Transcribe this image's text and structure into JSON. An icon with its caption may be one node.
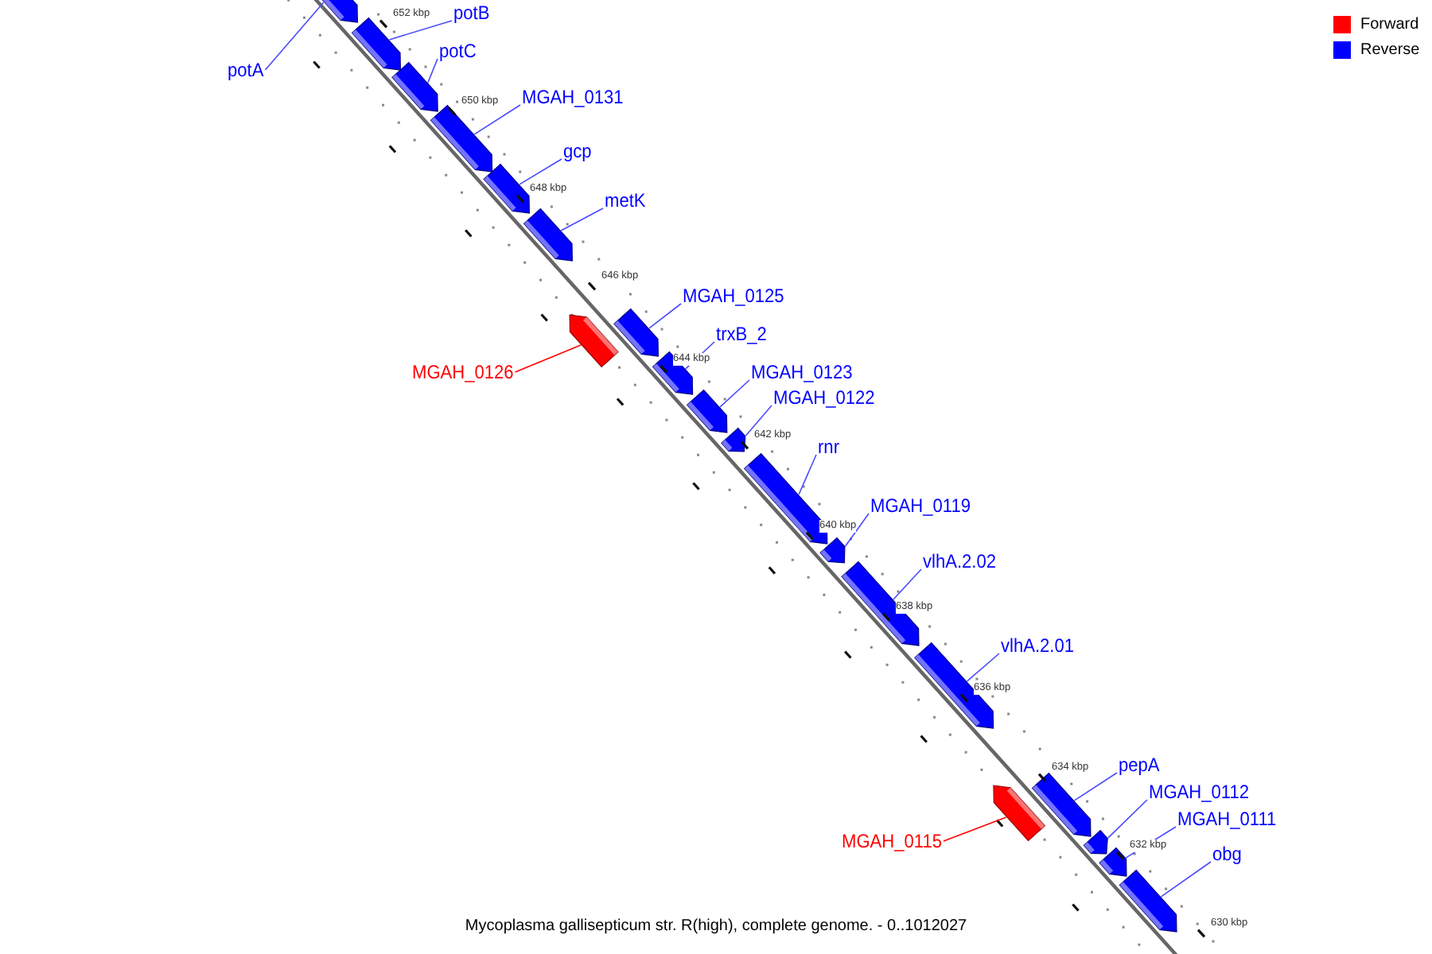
{
  "diagram": {
    "caption": "Mycoplasma gallisepticum str. R(high), complete genome. - 0..1012027",
    "nodes": [
      {
        "text": [
          "potA"
        ]
      },
      {
        "text": [],
        "shape": "arrow"
      },
      {
        "text": [
          "potB"
        ]
      },
      {
        "text": [],
        "shape": "arrow"
      },
      {
        "text": [
          "potC"
        ]
      },
      {
        "text": [],
        "shape": "arrow"
      },
      {
        "text": [
          "MGAH_0131"
        ]
      },
      {
        "text": [],
        "shape": "arrow"
      },
      {
        "text": [
          "gcp"
        ]
      },
      {
        "text": [],
        "shape": "arrow"
      },
      {
        "text": [
          "metK"
        ]
      },
      {
        "text": [],
        "shape": "arrow"
      },
      {
        "text": [
          "MGAH_0126"
        ]
      },
      {
        "text": [],
        "shape": "arrow"
      },
      {
        "text": [
          "MGAH_0125"
        ]
      },
      {
        "text": [],
        "shape": "arrow"
      },
      {
        "text": [
          "trxB_2"
        ]
      },
      {
        "text": [],
        "shape": "arrow"
      },
      {
        "text": [
          "MGAH_0123"
        ]
      },
      {
        "text": [],
        "shape": "arrow"
      },
      {
        "text": [
          "MGAH_0122"
        ]
      },
      {
        "text": [],
        "shape": "arrow"
      },
      {
        "text": [
          "rnr"
        ]
      },
      {
        "text": [],
        "shape": "arrow"
      },
      {
        "text": [
          "MGAH_0119"
        ]
      },
      {
        "text": [],
        "shape": "arrow"
      },
      {
        "text": [
          "vlhA.2.02"
        ]
      },
      {
        "text": [],
        "shape": "arrow"
      },
      {
        "text": [
          "vlhA.2.01"
        ]
      },
      {
        "text": [],
        "shape": "arrow"
      },
      {
        "text": [
          "MGAH_0115"
        ]
      },
      {
        "text": [],
        "shape": "arrow"
      },
      {
        "text": [
          "pepA"
        ]
      },
      {
        "text": [],
        "shape": "arrow"
      },
      {
        "text": [
          "MGAH_0112"
        ]
      },
      {
        "text": [],
        "shape": "arrow"
      },
      {
        "text": [
          "MGAH_0111"
        ]
      },
      {
        "text": [],
        "shape": "arrow"
      },
      {
        "text": [
          "obg"
        ]
      },
      {
        "text": [],
        "shape": "arrow"
      }
    ],
    "edges": [
      {
        "from": 0,
        "to": 1,
        "arrow": "none"
      },
      {
        "from": 2,
        "to": 3,
        "arrow": "none"
      },
      {
        "from": 4,
        "to": 5,
        "arrow": "none"
      },
      {
        "from": 6,
        "to": 7,
        "arrow": "none"
      },
      {
        "from": 8,
        "to": 9,
        "arrow": "none"
      },
      {
        "from": 10,
        "to": 11,
        "arrow": "none"
      },
      {
        "from": 12,
        "to": 13,
        "arrow": "none",
        "color": "#ff0000"
      },
      {
        "from": 14,
        "to": 15,
        "arrow": "none"
      },
      {
        "from": 16,
        "to": 17,
        "arrow": "none"
      },
      {
        "from": 18,
        "to": 19,
        "arrow": "none"
      },
      {
        "from": 20,
        "to": 21,
        "arrow": "none"
      },
      {
        "from": 22,
        "to": 23,
        "arrow": "none"
      },
      {
        "from": 24,
        "to": 25,
        "arrow": "none"
      },
      {
        "from": 26,
        "to": 27,
        "arrow": "none"
      },
      {
        "from": 28,
        "to": 29,
        "arrow": "none"
      },
      {
        "from": 30,
        "to": 31,
        "arrow": "none",
        "color": "#ff0000"
      },
      {
        "from": 32,
        "to": 33,
        "arrow": "none"
      },
      {
        "from": 34,
        "to": 35,
        "arrow": "none"
      },
      {
        "from": 36,
        "to": 37,
        "arrow": "none"
      },
      {
        "from": 38,
        "to": 39,
        "arrow": "none"
      }
    ],
    "labels": [
      "652 kbp",
      "650 kbp",
      "648 kbp",
      "646 kbp",
      "644 kbp",
      "642 kbp",
      "640 kbp",
      "638 kbp",
      "636 kbp",
      "634 kbp",
      "632 kbp",
      "630 kbp"
    ],
    "legend": [
      {
        "text": "Forward",
        "color": "#ff0000"
      },
      {
        "text": "Reverse",
        "color": "#0000ff"
      }
    ]
  }
}
